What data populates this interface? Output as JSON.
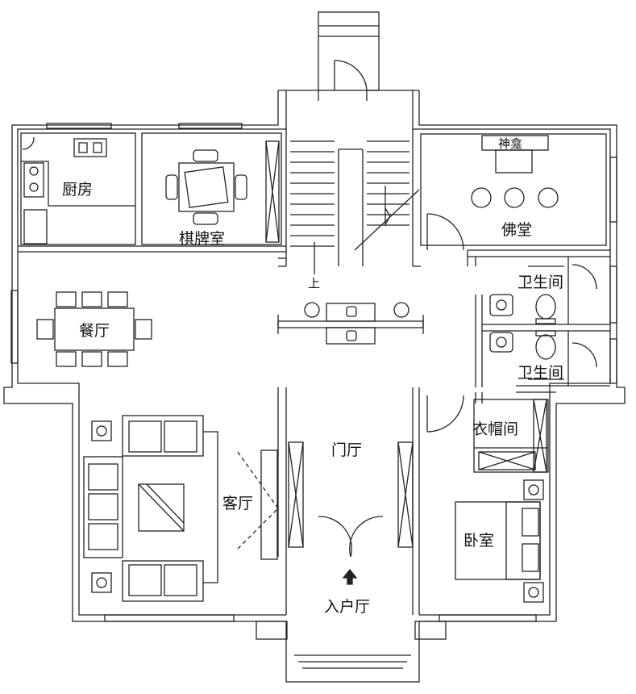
{
  "rooms": {
    "kitchen": "厨房",
    "chess_room": "棋牌室",
    "shrine": "神龛",
    "buddha_hall": "佛堂",
    "bathroom_1": "卫生间",
    "bathroom_2": "卫生间",
    "dining": "餐厅",
    "foyer": "门厅",
    "cloakroom": "衣帽间",
    "living_room": "客厅",
    "bedroom": "卧室",
    "entry_hall": "入户厅"
  },
  "stairs": {
    "up_label": "上"
  },
  "colors": {
    "line": "#222222",
    "background": "#ffffff"
  }
}
